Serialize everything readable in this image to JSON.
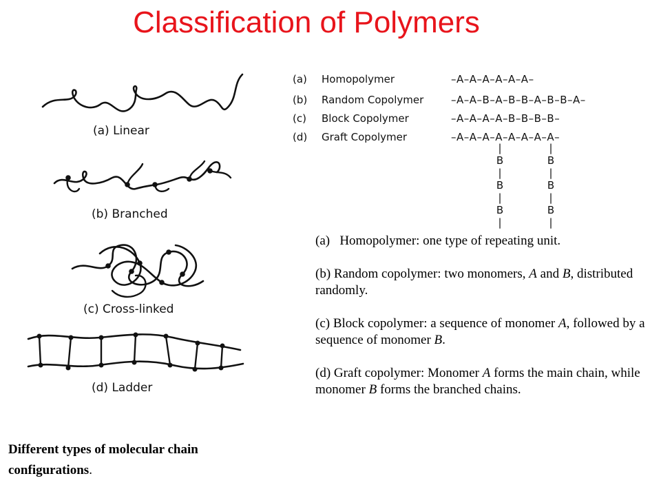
{
  "title": "Classification of Polymers",
  "configurations": [
    {
      "label": "(a) Linear"
    },
    {
      "label": "(b) Branched"
    },
    {
      "label": "(c) Cross-linked"
    },
    {
      "label": "(d) Ladder"
    }
  ],
  "caption": {
    "main": "Different types of molecular chain configurations",
    "end": "."
  },
  "copolymer_table": [
    {
      "letter": "(a)",
      "name": "Homopolymer",
      "chain": "–A–A–A–A–A–A–"
    },
    {
      "letter": "(b)",
      "name": "Random Copolymer",
      "chain": "–A–A–B–A–B–B–A–B–B–A–"
    },
    {
      "letter": "(c)",
      "name": "Block Copolymer",
      "chain": "–A–A–A–A–B–B–B–B–"
    },
    {
      "letter": "(d)",
      "name": "Graft Copolymer",
      "chain": "–A–A–A–A–A–A–A–A–"
    }
  ],
  "graft_branch": [
    "|",
    "B",
    "|",
    "B",
    "|",
    "B",
    "|"
  ],
  "definitions": [
    {
      "parts": [
        [
          "(a)  Homopolymer: one type of repeating unit.",
          false
        ]
      ]
    },
    {
      "parts": [
        [
          "(b) Random copolymer: two monomers, ",
          false
        ],
        [
          "A",
          true
        ],
        [
          " and ",
          false
        ],
        [
          "B",
          true
        ],
        [
          ", distributed randomly.",
          false
        ]
      ]
    },
    {
      "parts": [
        [
          "(c) Block copolymer: a sequence of monomer ",
          false
        ],
        [
          "A",
          true
        ],
        [
          ", followed by a sequence of monomer ",
          false
        ],
        [
          "B",
          true
        ],
        [
          ".",
          false
        ]
      ]
    },
    {
      "parts": [
        [
          "(d) Graft copolymer: Monomer ",
          false
        ],
        [
          "A",
          true
        ],
        [
          " forms the main chain, while monomer ",
          false
        ],
        [
          "B",
          true
        ],
        [
          " forms the branched chains.",
          false
        ]
      ]
    }
  ]
}
